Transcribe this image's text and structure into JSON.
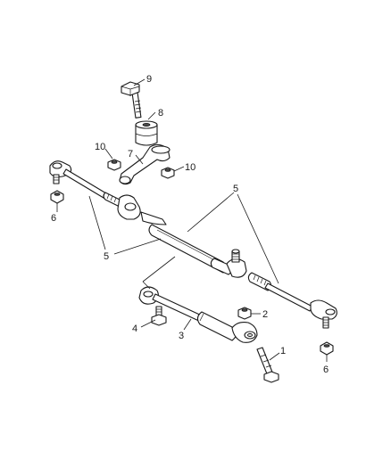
{
  "callouts": {
    "c1": "1",
    "c2": "2",
    "c3": "3",
    "c4": "4",
    "c5a": "5",
    "c5b": "5",
    "c6a": "6",
    "c6b": "6",
    "c7": "7",
    "c8": "8",
    "c9": "9",
    "c10a": "10",
    "c10b": "10"
  }
}
